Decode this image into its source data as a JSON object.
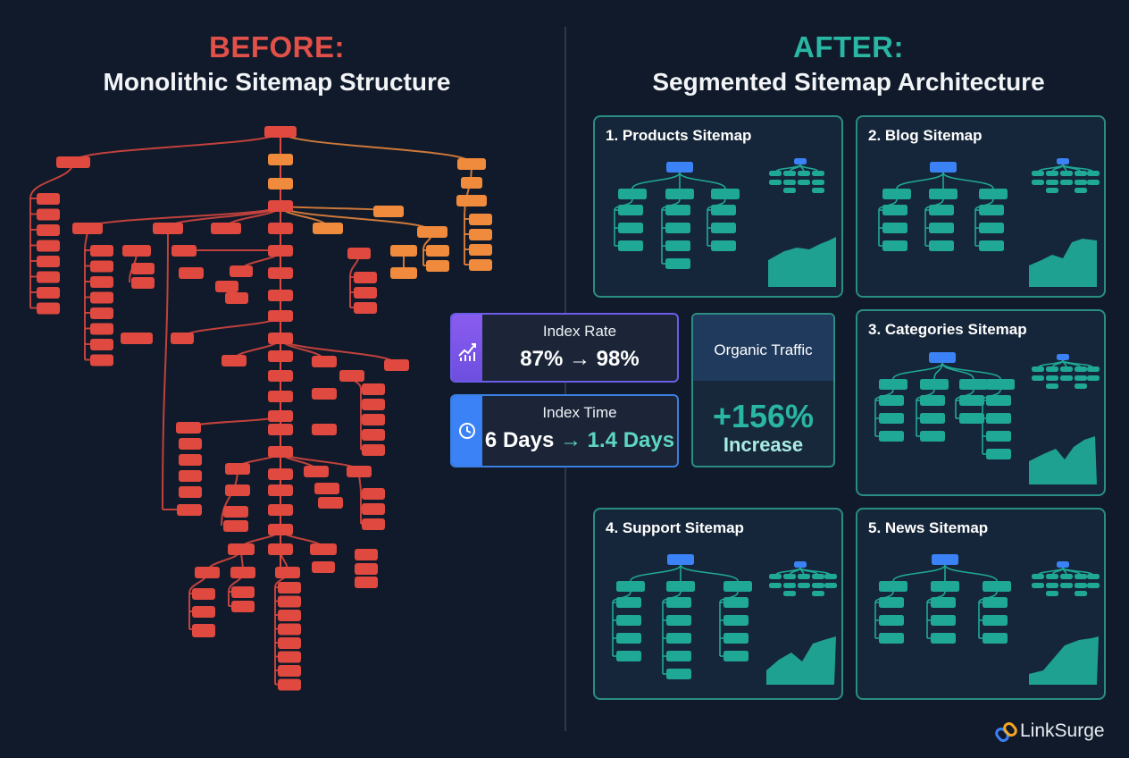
{
  "before": {
    "heading": "BEFORE:",
    "subheading": "Monolithic Sitemap Structure"
  },
  "after": {
    "heading": "AFTER:",
    "subheading": "Segmented Sitemap Architecture"
  },
  "sitemaps": [
    {
      "title": "1. Products Sitemap"
    },
    {
      "title": "2. Blog Sitemap"
    },
    {
      "title": "3. Categories Sitemap"
    },
    {
      "title": "4. Support Sitemap"
    },
    {
      "title": "5. News Sitemap"
    }
  ],
  "metrics": {
    "index_rate": {
      "label": "Index Rate",
      "from": "87%",
      "arrow": "→",
      "to": "98%",
      "icon": "chart-up-icon"
    },
    "index_time": {
      "label": "Index Time",
      "from": "6 Days",
      "arrow": "→",
      "to": "1.4 Days",
      "icon": "clock-icon"
    },
    "organic_traffic": {
      "label": "Organic Traffic",
      "value": "+156%",
      "note": "Increase"
    }
  },
  "brand": {
    "name": "LinkSurge",
    "icon": "link-icon"
  },
  "colors": {
    "before": "#e2504a",
    "before_alt": "#f08a3c",
    "after": "#29b6a3",
    "root_node": "#3b82f6"
  }
}
